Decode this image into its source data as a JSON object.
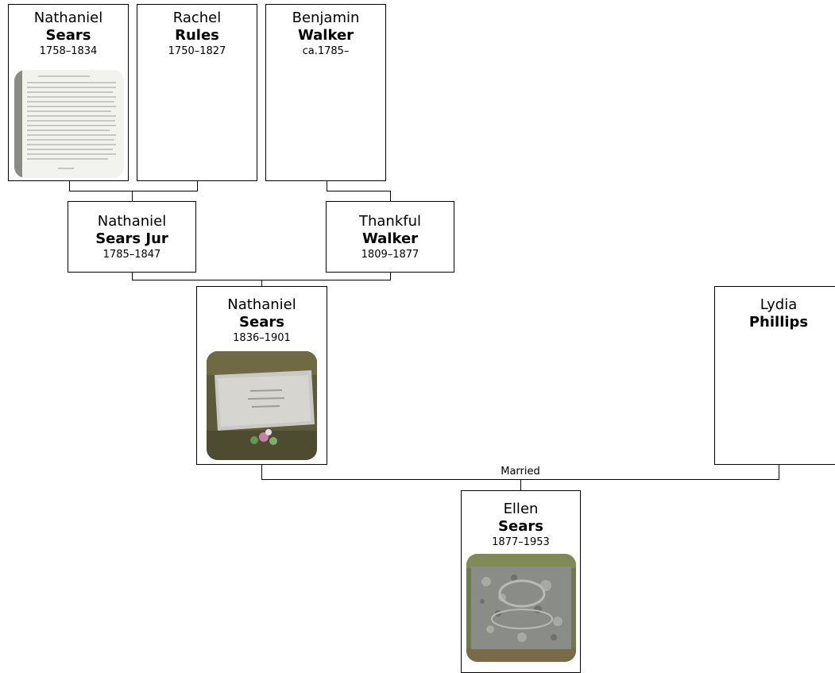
{
  "people": {
    "p1": {
      "given": "Nathaniel",
      "surname": "Sears",
      "dates": "1758–1834",
      "photo": "book-page-scan"
    },
    "p2": {
      "given": "Rachel",
      "surname": "Rules",
      "dates": "1750–1827"
    },
    "p3": {
      "given": "Benjamin",
      "surname": "Walker",
      "dates": "ca.1785–"
    },
    "p4": {
      "given": "Nathaniel",
      "surname": "Sears Jur",
      "dates": "1785–1847"
    },
    "p5": {
      "given": "Thankful",
      "surname": "Walker",
      "dates": "1809–1877"
    },
    "p6": {
      "given": "Nathaniel",
      "surname": "Sears",
      "dates": "1836–1901",
      "photo": "gravestone-photo"
    },
    "p7": {
      "given": "Lydia",
      "surname": "Phillips",
      "dates": ""
    },
    "p8": {
      "given": "Ellen",
      "surname": "Sears",
      "dates": "1877–1953",
      "photo": "gravestone-photo"
    }
  },
  "marriage_label": "Married",
  "colors": {
    "border": "#000000",
    "background": "#ffffff"
  }
}
